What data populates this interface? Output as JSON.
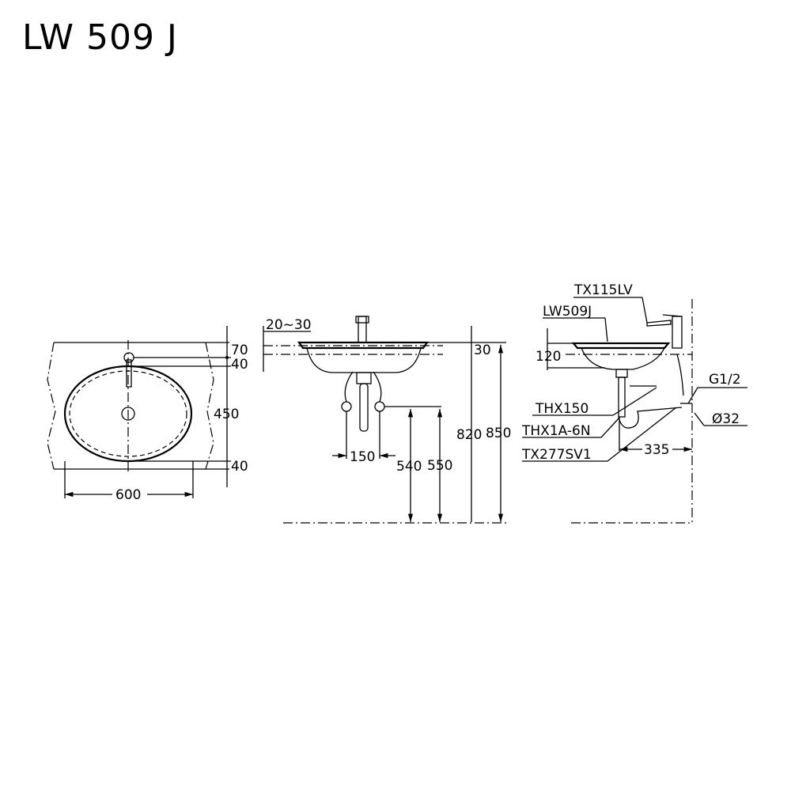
{
  "title": "LW 509 J",
  "top_view": {
    "dims": {
      "top_offset": "70",
      "faucet_offset": "40",
      "depth": "450",
      "bottom_offset": "40",
      "width": "600"
    }
  },
  "front_view": {
    "dims": {
      "counter_thickness": "20~30",
      "rim": "30",
      "supply_spacing": "150",
      "supply_height_1": "540",
      "supply_height_2": "550",
      "counter_height": "820",
      "rim_height": "850"
    }
  },
  "side_view": {
    "labels": {
      "faucet": "TX115LV",
      "basin": "LW509J",
      "valve": "THX150",
      "trap": "THX1A-6N",
      "drain": "TX277SV1",
      "thread": "G1/2",
      "pipe": "Ø32"
    },
    "dims": {
      "bowl_depth": "120",
      "wall_offset": "335"
    }
  }
}
